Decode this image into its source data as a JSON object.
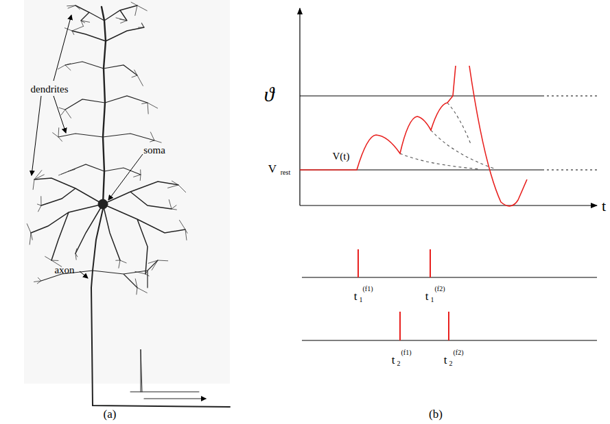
{
  "diagram": {
    "labels": [
      "dendrites",
      "soma",
      "axon",
      "(a)",
      "(b)",
      "ϑ",
      "V(t)",
      "V",
      "rest",
      "t",
      "t",
      "1",
      "(f1)",
      "t",
      "1",
      "(f2)",
      "t",
      "2",
      "(f1)",
      "t",
      "2",
      "(f2)"
    ]
  }
}
